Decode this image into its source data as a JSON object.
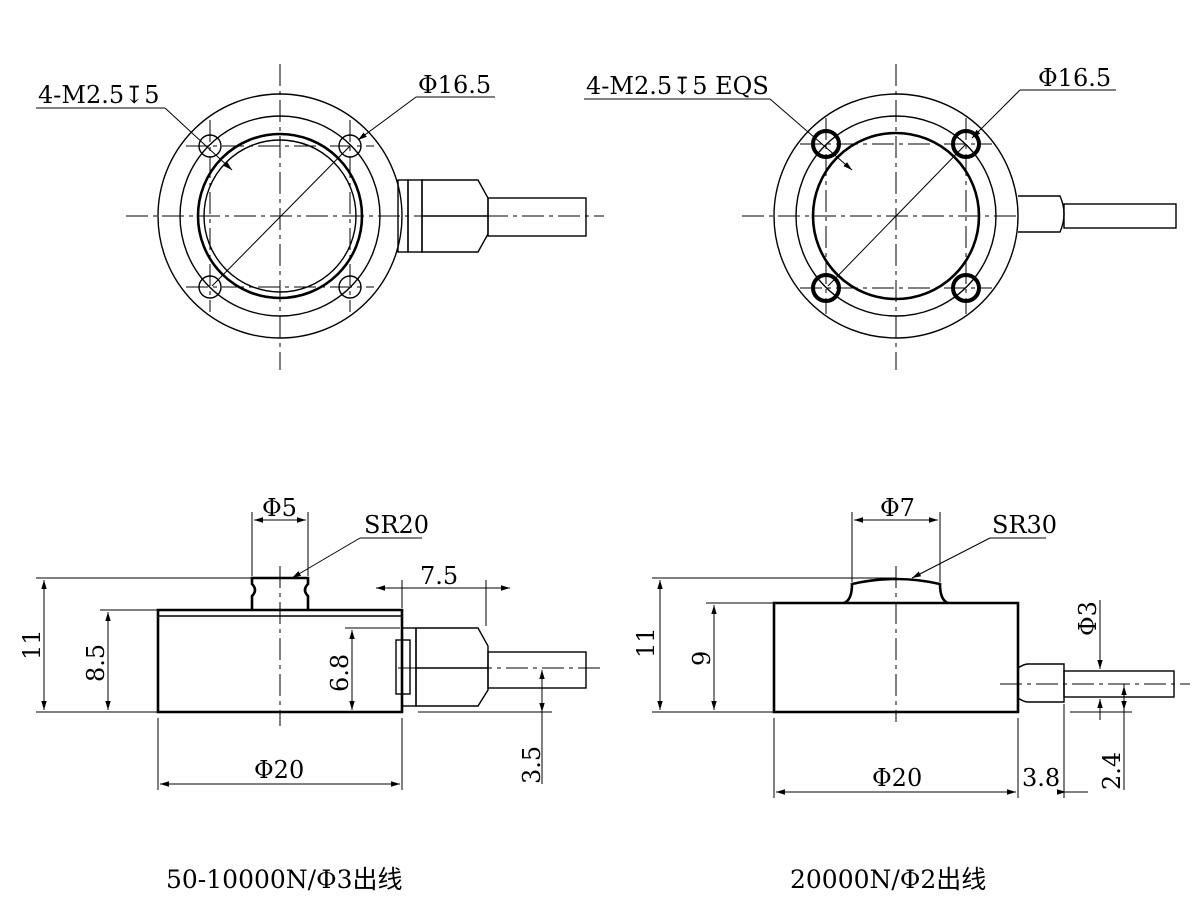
{
  "views": {
    "top_left": {
      "hole_note": "4-M2.5↧5",
      "bolt_circle": "Φ16.5"
    },
    "top_right": {
      "hole_note": "4-M2.5↧5 EQS",
      "bolt_circle": "Φ16.5"
    },
    "side_left": {
      "button_dia": "Φ5",
      "sphere_radius": "SR20",
      "connector_len": "7.5",
      "height_total": "11",
      "height_body": "8.5",
      "height_connector": "6.8",
      "cable_height": "3.5",
      "body_dia": "Φ20"
    },
    "side_right": {
      "button_dia": "Φ7",
      "sphere_radius": "SR30",
      "height_total": "11",
      "height_body": "9",
      "cable_dia": "Φ3",
      "cable_height": "2.4",
      "body_dia": "Φ20",
      "stub_len": "3.8"
    }
  },
  "captions": {
    "left": "50-10000N/Φ3出线",
    "right": "20000N/Φ2出线"
  }
}
